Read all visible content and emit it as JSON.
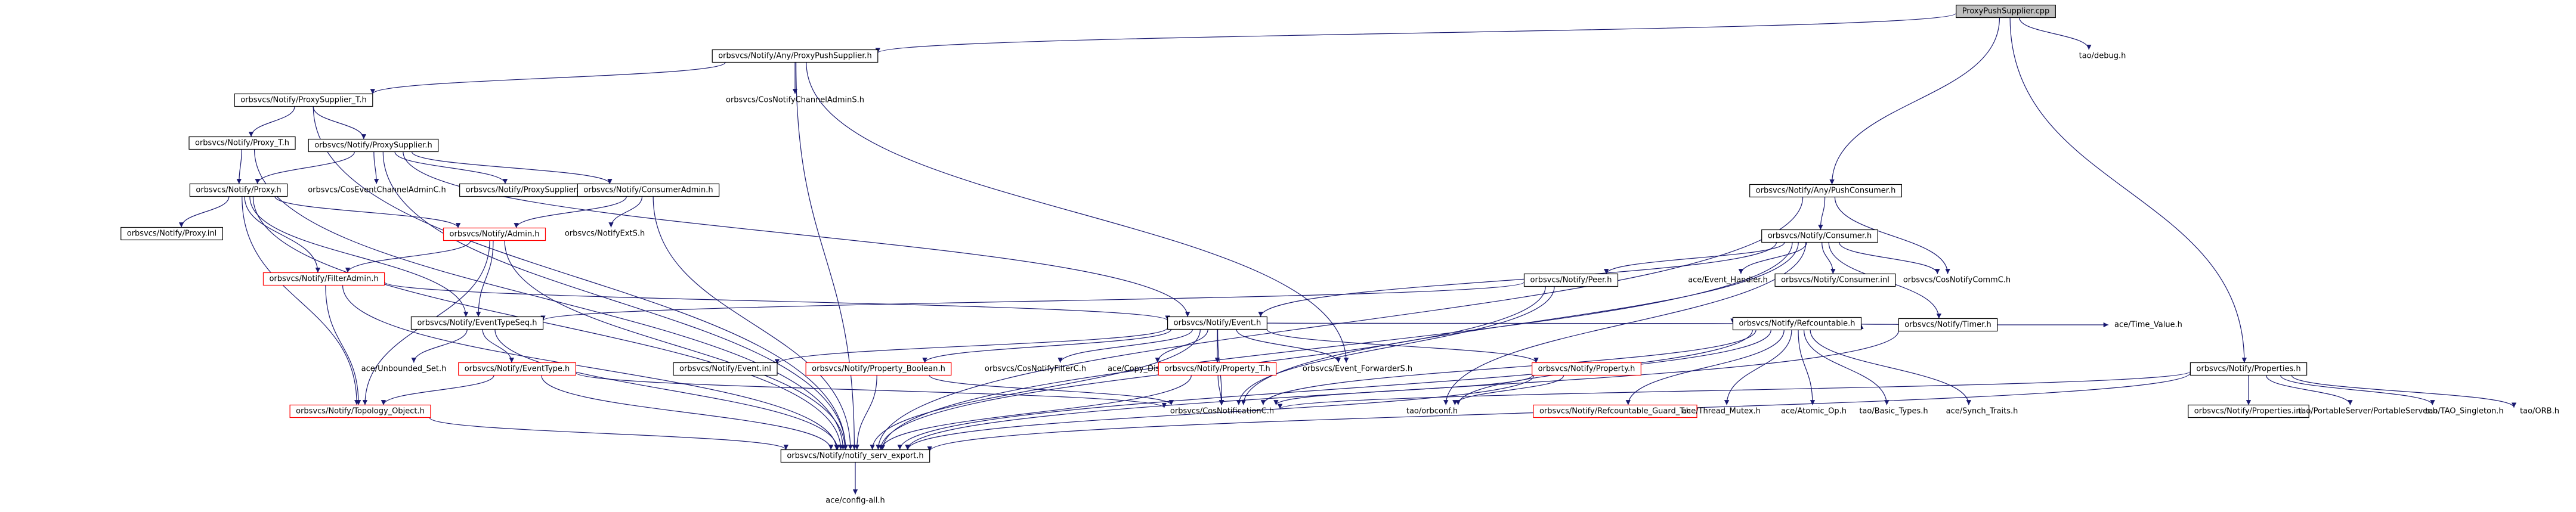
{
  "nodes": [
    {
      "id": "root",
      "label": "ProxyPushSupplier.cpp",
      "style": "grey"
    },
    {
      "id": "anyproxypushsupplier",
      "label": "orbsvcs/Notify/Any/ProxyPushSupplier.h",
      "style": "black"
    },
    {
      "id": "taodebug",
      "label": "tao/debug.h",
      "style": "none"
    },
    {
      "id": "proxysuppliert",
      "label": "orbsvcs/Notify/ProxySupplier_T.h",
      "style": "black"
    },
    {
      "id": "cosnotifychanneladmins",
      "label": "orbsvcs/CosNotifyChannelAdminS.h",
      "style": "none"
    },
    {
      "id": "proxyt",
      "label": "orbsvcs/Notify/Proxy_T.h",
      "style": "black"
    },
    {
      "id": "proxysupplier",
      "label": "orbsvcs/Notify/ProxySupplier.h",
      "style": "black"
    },
    {
      "id": "proxy",
      "label": "orbsvcs/Notify/Proxy.h",
      "style": "black"
    },
    {
      "id": "coseventchanneladminc",
      "label": "orbsvcs/CosEventChannelAdminC.h",
      "style": "none"
    },
    {
      "id": "proxysupplierinl",
      "label": "orbsvcs/Notify/ProxySupplier.inl",
      "style": "black"
    },
    {
      "id": "consumeradmin",
      "label": "orbsvcs/Notify/ConsumerAdmin.h",
      "style": "black"
    },
    {
      "id": "proxyinl",
      "label": "orbsvcs/Notify/Proxy.inl",
      "style": "black"
    },
    {
      "id": "admin",
      "label": "orbsvcs/Notify/Admin.h",
      "style": "red"
    },
    {
      "id": "notifyexts",
      "label": "orbsvcs/NotifyExtS.h",
      "style": "none"
    },
    {
      "id": "filteradmin",
      "label": "orbsvcs/Notify/FilterAdmin.h",
      "style": "red"
    },
    {
      "id": "eventtypeseq",
      "label": "orbsvcs/Notify/EventTypeSeq.h",
      "style": "black"
    },
    {
      "id": "unboundedset",
      "label": "ace/Unbounded_Set.h",
      "style": "none"
    },
    {
      "id": "eventtype",
      "label": "orbsvcs/Notify/EventType.h",
      "style": "red"
    },
    {
      "id": "topologyobject",
      "label": "orbsvcs/Notify/Topology_Object.h",
      "style": "red"
    },
    {
      "id": "event",
      "label": "orbsvcs/Notify/Event.h",
      "style": "black"
    },
    {
      "id": "eventinl",
      "label": "orbsvcs/Notify/Event.inl",
      "style": "black"
    },
    {
      "id": "propertyboolean",
      "label": "orbsvcs/Notify/Property_Boolean.h",
      "style": "red"
    },
    {
      "id": "cosnotifyfilterc",
      "label": "orbsvcs/CosNotifyFilterC.h",
      "style": "none"
    },
    {
      "id": "copydisabled",
      "label": "ace/Copy_Disabled.h",
      "style": "none"
    },
    {
      "id": "propertyt",
      "label": "orbsvcs/Notify/Property_T.h",
      "style": "red"
    },
    {
      "id": "eventforwarders",
      "label": "orbsvcs/Event_ForwarderS.h",
      "style": "none"
    },
    {
      "id": "property",
      "label": "orbsvcs/Notify/Property.h",
      "style": "red"
    },
    {
      "id": "refcountable",
      "label": "orbsvcs/Notify/Refcountable.h",
      "style": "black"
    },
    {
      "id": "cosnotificationc",
      "label": "orbsvcs/CosNotificationC.h",
      "style": "none"
    },
    {
      "id": "taoorbconf",
      "label": "tao/orbconf.h",
      "style": "none"
    },
    {
      "id": "refcountableguardt",
      "label": "orbsvcs/Notify/Refcountable_Guard_T.h",
      "style": "red"
    },
    {
      "id": "threadmutex",
      "label": "ace/Thread_Mutex.h",
      "style": "none"
    },
    {
      "id": "atomicop",
      "label": "ace/Atomic_Op.h",
      "style": "none"
    },
    {
      "id": "basictypes",
      "label": "tao/Basic_Types.h",
      "style": "none"
    },
    {
      "id": "synchtraits",
      "label": "ace/Synch_Traits.h",
      "style": "none"
    },
    {
      "id": "notifyservexport",
      "label": "orbsvcs/Notify/notify_serv_export.h",
      "style": "black"
    },
    {
      "id": "configall",
      "label": "ace/config-all.h",
      "style": "none"
    },
    {
      "id": "anypushconsumer",
      "label": "orbsvcs/Notify/Any/PushConsumer.h",
      "style": "black"
    },
    {
      "id": "consumer",
      "label": "orbsvcs/Notify/Consumer.h",
      "style": "black"
    },
    {
      "id": "peer",
      "label": "orbsvcs/Notify/Peer.h",
      "style": "black"
    },
    {
      "id": "eventhandler",
      "label": "ace/Event_Handler.h",
      "style": "none"
    },
    {
      "id": "consumerinl",
      "label": "orbsvcs/Notify/Consumer.inl",
      "style": "black"
    },
    {
      "id": "cosnotifycommc",
      "label": "orbsvcs/CosNotifyCommC.h",
      "style": "none"
    },
    {
      "id": "timer",
      "label": "orbsvcs/Notify/Timer.h",
      "style": "black"
    },
    {
      "id": "timevalue",
      "label": "ace/Time_Value.h",
      "style": "none"
    },
    {
      "id": "properties",
      "label": "orbsvcs/Notify/Properties.h",
      "style": "black"
    },
    {
      "id": "propertiesinl",
      "label": "orbsvcs/Notify/Properties.inl",
      "style": "black"
    },
    {
      "id": "portableserver",
      "label": "tao/PortableServer/PortableServer.h",
      "style": "none"
    },
    {
      "id": "taosingleton",
      "label": "tao/TAO_Singleton.h",
      "style": "none"
    },
    {
      "id": "taoorb",
      "label": "tao/ORB.h",
      "style": "none"
    }
  ],
  "edges": [
    [
      "root",
      "anyproxypushsupplier"
    ],
    [
      "root",
      "taodebug"
    ],
    [
      "root",
      "anypushconsumer"
    ],
    [
      "root",
      "properties"
    ],
    [
      "anyproxypushsupplier",
      "proxysuppliert"
    ],
    [
      "anyproxypushsupplier",
      "cosnotifychanneladmins"
    ],
    [
      "anyproxypushsupplier",
      "notifyservexport"
    ],
    [
      "anyproxypushsupplier",
      "eventforwarders"
    ],
    [
      "proxysuppliert",
      "proxyt"
    ],
    [
      "proxysuppliert",
      "proxysupplier"
    ],
    [
      "proxysuppliert",
      "notifyservexport"
    ],
    [
      "proxyt",
      "proxy"
    ],
    [
      "proxyt",
      "notifyservexport"
    ],
    [
      "proxysupplier",
      "proxy"
    ],
    [
      "proxysupplier",
      "coseventchanneladminc"
    ],
    [
      "proxysupplier",
      "proxysupplierinl"
    ],
    [
      "proxysupplier",
      "consumeradmin"
    ],
    [
      "proxysupplier",
      "event"
    ],
    [
      "proxysupplier",
      "notifyservexport"
    ],
    [
      "proxy",
      "proxyinl"
    ],
    [
      "proxy",
      "admin"
    ],
    [
      "proxy",
      "filteradmin"
    ],
    [
      "proxy",
      "eventtypeseq"
    ],
    [
      "proxy",
      "topologyobject"
    ],
    [
      "proxy",
      "notifyservexport"
    ],
    [
      "consumeradmin",
      "admin"
    ],
    [
      "consumeradmin",
      "notifyexts"
    ],
    [
      "consumeradmin",
      "notifyservexport"
    ],
    [
      "admin",
      "filteradmin"
    ],
    [
      "admin",
      "eventtypeseq"
    ],
    [
      "admin",
      "topologyobject"
    ],
    [
      "admin",
      "notifyservexport"
    ],
    [
      "filteradmin",
      "event"
    ],
    [
      "filteradmin",
      "topologyobject"
    ],
    [
      "filteradmin",
      "notifyservexport"
    ],
    [
      "eventtypeseq",
      "unboundedset"
    ],
    [
      "eventtypeseq",
      "eventtype"
    ],
    [
      "eventtypeseq",
      "notifyservexport"
    ],
    [
      "eventtype",
      "topologyobject"
    ],
    [
      "eventtype",
      "cosnotificationc"
    ],
    [
      "eventtype",
      "notifyservexport"
    ],
    [
      "topologyobject",
      "notifyservexport"
    ],
    [
      "event",
      "eventinl"
    ],
    [
      "event",
      "propertyboolean"
    ],
    [
      "event",
      "cosnotifyfilterc"
    ],
    [
      "event",
      "copydisabled"
    ],
    [
      "event",
      "propertyt"
    ],
    [
      "event",
      "eventforwarders"
    ],
    [
      "event",
      "property"
    ],
    [
      "event",
      "refcountable"
    ],
    [
      "event",
      "cosnotificationc"
    ],
    [
      "event",
      "notifyservexport"
    ],
    [
      "propertyboolean",
      "cosnotificationc"
    ],
    [
      "propertyboolean",
      "notifyservexport"
    ],
    [
      "propertyt",
      "cosnotificationc"
    ],
    [
      "propertyt",
      "notifyservexport"
    ],
    [
      "property",
      "cosnotificationc"
    ],
    [
      "property",
      "taoorbconf"
    ],
    [
      "property",
      "notifyservexport"
    ],
    [
      "refcountable",
      "cosnotificationc"
    ],
    [
      "refcountable",
      "refcountableguardt"
    ],
    [
      "refcountable",
      "threadmutex"
    ],
    [
      "refcountable",
      "atomicop"
    ],
    [
      "refcountable",
      "basictypes"
    ],
    [
      "refcountable",
      "synchtraits"
    ],
    [
      "refcountable",
      "taoorbconf"
    ],
    [
      "refcountable",
      "notifyservexport"
    ],
    [
      "notifyservexport",
      "configall"
    ],
    [
      "anypushconsumer",
      "consumer"
    ],
    [
      "anypushconsumer",
      "cosnotifycommc"
    ],
    [
      "anypushconsumer",
      "notifyservexport"
    ],
    [
      "consumer",
      "peer"
    ],
    [
      "consumer",
      "event"
    ],
    [
      "consumer",
      "eventhandler"
    ],
    [
      "consumer",
      "consumerinl"
    ],
    [
      "consumer",
      "cosnotifycommc"
    ],
    [
      "consumer",
      "timer"
    ],
    [
      "consumer",
      "cosnotificationc"
    ],
    [
      "consumer",
      "taoorbconf"
    ],
    [
      "consumer",
      "notifyservexport"
    ],
    [
      "peer",
      "eventtypeseq"
    ],
    [
      "peer",
      "cosnotificationc"
    ],
    [
      "peer",
      "notifyservexport"
    ],
    [
      "timer",
      "refcountable"
    ],
    [
      "timer",
      "timevalue"
    ],
    [
      "timer",
      "notifyservexport"
    ],
    [
      "properties",
      "propertiesinl"
    ],
    [
      "properties",
      "portableserver"
    ],
    [
      "properties",
      "taosingleton"
    ],
    [
      "properties",
      "taoorb"
    ],
    [
      "properties",
      "cosnotificationc"
    ],
    [
      "properties",
      "notifyservexport"
    ]
  ]
}
